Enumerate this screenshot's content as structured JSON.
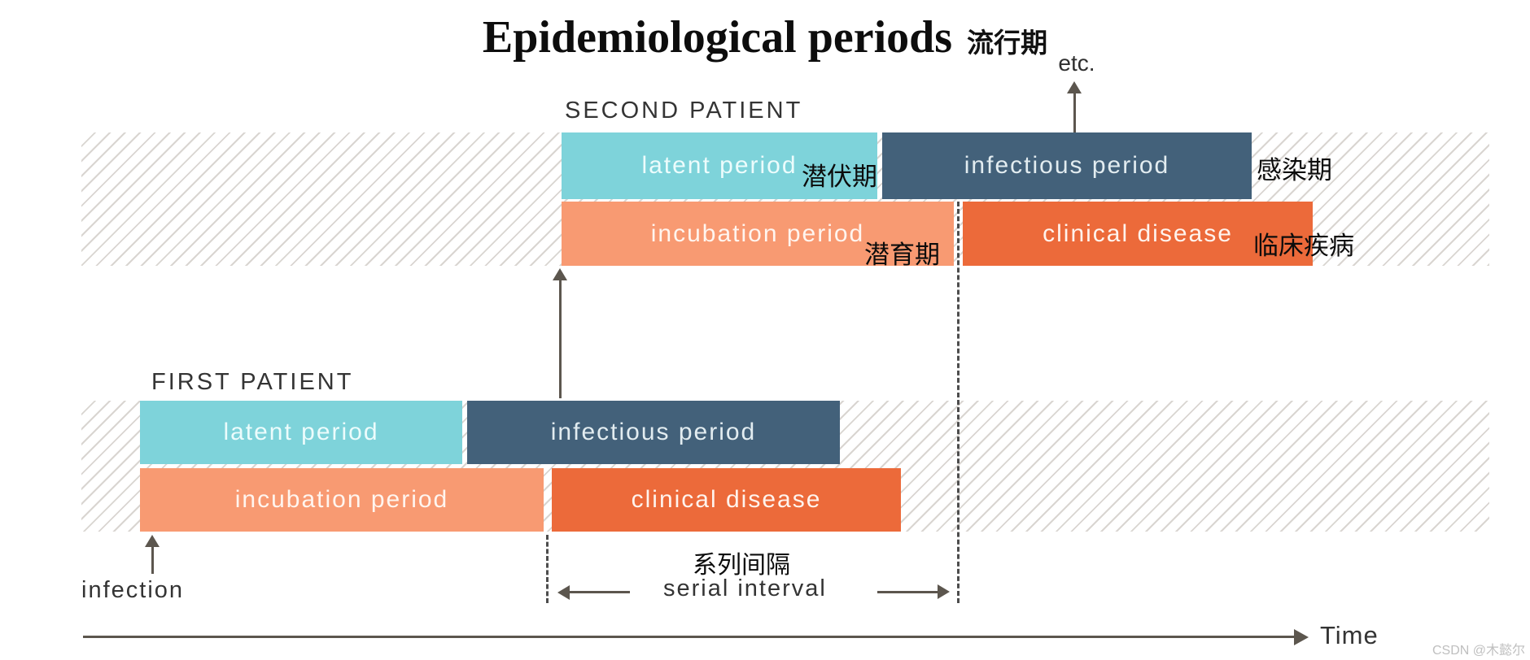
{
  "title": {
    "text": "Epidemiological periods",
    "zh": "流行期"
  },
  "labels": {
    "second_patient": "SECOND PATIENT",
    "first_patient": "FIRST PATIENT",
    "etc": "etc.",
    "infection": "infection",
    "serial_interval_zh": "系列间隔",
    "serial_interval_en": "serial interval",
    "time": "Time"
  },
  "bars": {
    "sp_latent": {
      "label": "latent period",
      "zh": "潜伏期"
    },
    "sp_infectious": {
      "label": "infectious period",
      "zh": "感染期"
    },
    "sp_incubation": {
      "label": "incubation period",
      "zh": "潜育期"
    },
    "sp_clinical": {
      "label": "clinical disease",
      "zh": "临床疾病"
    },
    "fp_latent": {
      "label": "latent period"
    },
    "fp_infectious": {
      "label": "infectious period"
    },
    "fp_incubation": {
      "label": "incubation period"
    },
    "fp_clinical": {
      "label": "clinical disease"
    }
  },
  "colors": {
    "latent": "#7ed3da",
    "infectious": "#43617a",
    "incubation": "#f89a72",
    "clinical": "#ec6a3a",
    "arrow": "#5c564e",
    "hatch": "#d9d5d1"
  },
  "watermark": "CSDN @木懿尔"
}
